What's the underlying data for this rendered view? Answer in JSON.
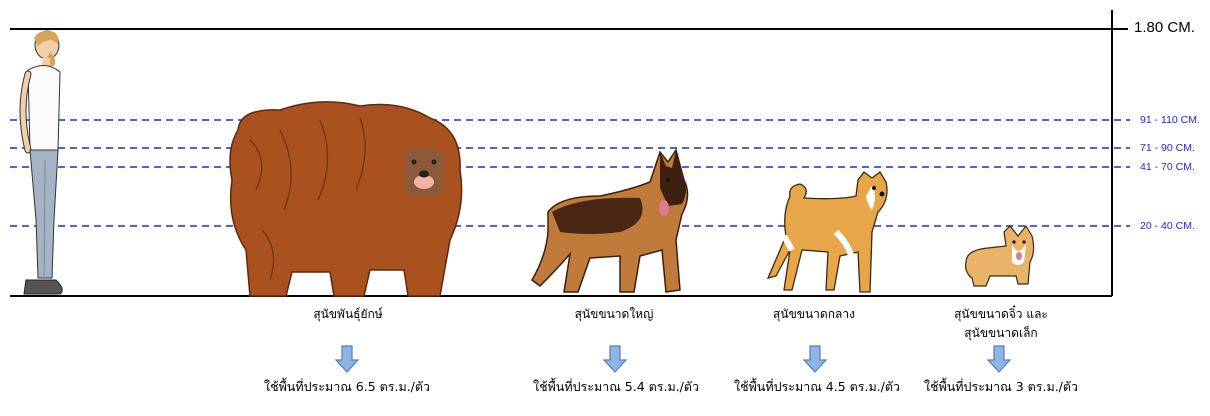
{
  "height_scale": {
    "max_label": "1.80 CM.",
    "bands": [
      {
        "label": "91 - 110 CM."
      },
      {
        "label": "71 - 90 CM."
      },
      {
        "label": "41 - 70 CM."
      },
      {
        "label": "20 - 40 CM."
      }
    ]
  },
  "dogs": [
    {
      "name": "สุนัขพันธุ์ยักษ์",
      "area": "ใช้พื้นที่ประมาณ 6.5 ตร.ม./ตัว"
    },
    {
      "name": "สุนัขขนาดใหญ่",
      "area": "ใช้พื้นที่ประมาณ 5.4 ตร.ม./ตัว"
    },
    {
      "name": "สุนัขขนาดกลาง",
      "area": "ใช้พื้นที่ประมาณ 4.5 ตร.ม./ตัว"
    },
    {
      "name_line1": "สุนัขขนาดจิ๋ว และ",
      "name_line2": "สุนัขขนาดเล็ก",
      "area": "ใช้พื้นที่ประมาณ 3 ตร.ม./ตัว"
    }
  ],
  "colors": {
    "guide_line": "#1a2ad8",
    "arrow_fill": "#8fb4e3",
    "arrow_stroke": "#4f7fbf",
    "giant_dog": "#a9521f",
    "large_dog": "#8a4a20",
    "medium_dog": "#e8a64a",
    "small_dog": "#e9b46a"
  }
}
